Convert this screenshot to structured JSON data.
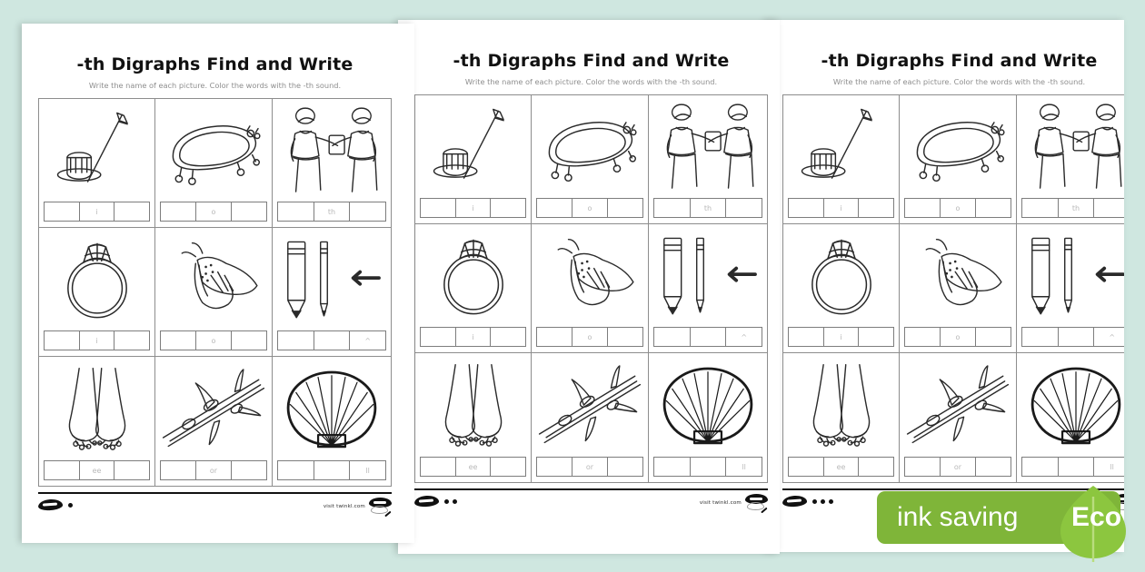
{
  "background_color": "#cfe7e0",
  "worksheet": {
    "title": "-th Digraphs Find and Write",
    "subtitle": "Write the name of each picture. Color the words with the -th sound.",
    "footer": {
      "url": "visit twinkl.com",
      "logo_name": "twinkl-logo"
    },
    "cells": [
      {
        "picture": "thimble-and-needle",
        "answer": "thimble",
        "boxes": [
          "",
          "i",
          ""
        ]
      },
      {
        "picture": "bathtub",
        "answer": "bath",
        "boxes": [
          "",
          "o",
          ""
        ]
      },
      {
        "picture": "two-children-pushing",
        "answer": "push",
        "boxes": [
          "",
          "th",
          ""
        ]
      },
      {
        "picture": "ring",
        "answer": "ring",
        "boxes": [
          "",
          "i",
          ""
        ]
      },
      {
        "picture": "moth",
        "answer": "moth",
        "boxes": [
          "",
          "o",
          ""
        ]
      },
      {
        "picture": "thick-and-thin-pencils",
        "answer": "thin",
        "boxes": [
          "",
          "",
          "^"
        ]
      },
      {
        "picture": "feet",
        "answer": "feet",
        "boxes": [
          "",
          "ee",
          ""
        ]
      },
      {
        "picture": "thorn-branch",
        "answer": "thorn",
        "boxes": [
          "",
          "or",
          ""
        ]
      },
      {
        "picture": "shell",
        "answer": "shell",
        "boxes": [
          "",
          "",
          "ll"
        ]
      }
    ]
  },
  "sheets": [
    {
      "id": "sheet-3",
      "page_dots": 3
    },
    {
      "id": "sheet-2",
      "page_dots": 2
    },
    {
      "id": "sheet-1",
      "page_dots": 1
    }
  ],
  "eco_badge": {
    "label": "ink saving",
    "eco_label": "Eco",
    "pill_color": "#7fb539",
    "leaf_color": "#8cc63f"
  }
}
